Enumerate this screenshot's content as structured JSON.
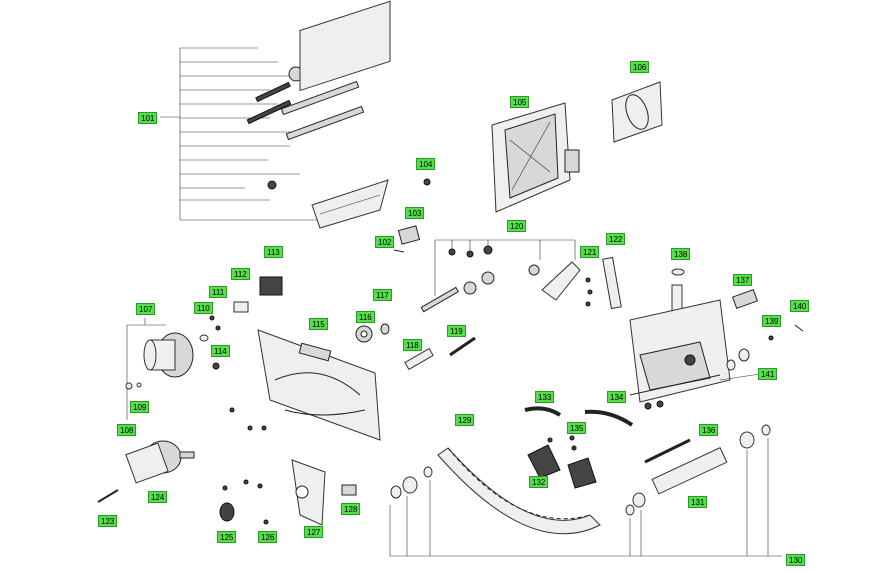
{
  "labels": {
    "l101": "101",
    "l102": "102",
    "l103": "103",
    "l104": "104",
    "l105": "105",
    "l106": "106",
    "l107": "107",
    "l108": "108",
    "l109": "109",
    "l110": "110",
    "l111": "111",
    "l112": "112",
    "l113": "113",
    "l114": "114",
    "l115": "115",
    "l116": "116",
    "l117": "117",
    "l118": "118",
    "l119": "119",
    "l120": "120",
    "l121": "121",
    "l122": "122",
    "l123": "123",
    "l124": "124",
    "l125": "125",
    "l126": "126",
    "l127": "127",
    "l128": "128",
    "l129": "129",
    "l130": "130",
    "l131": "131",
    "l132": "132",
    "l133": "133",
    "l134": "134",
    "l135": "135",
    "l136": "136",
    "l137": "137",
    "l138": "138",
    "l139": "139",
    "l140": "140",
    "l141": "141"
  },
  "colors": {
    "label_bg": "#55e04a",
    "label_border": "#2a9a2a",
    "line": "#333333"
  }
}
